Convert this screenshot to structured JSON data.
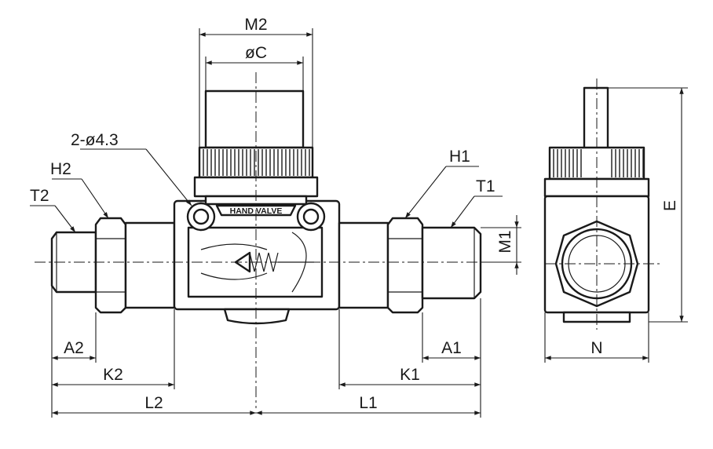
{
  "labels": {
    "m2": "M2",
    "dc": "øC",
    "holes": "2-ø4.3",
    "h2": "H2",
    "t2": "T2",
    "h1": "H1",
    "t1": "T1",
    "m1": "M1",
    "e": "E",
    "n": "N",
    "a2": "A2",
    "k2": "K2",
    "l2": "L2",
    "a1": "A1",
    "k1": "K1",
    "l1": "L1",
    "hand_valve": "HAND VALVE"
  }
}
